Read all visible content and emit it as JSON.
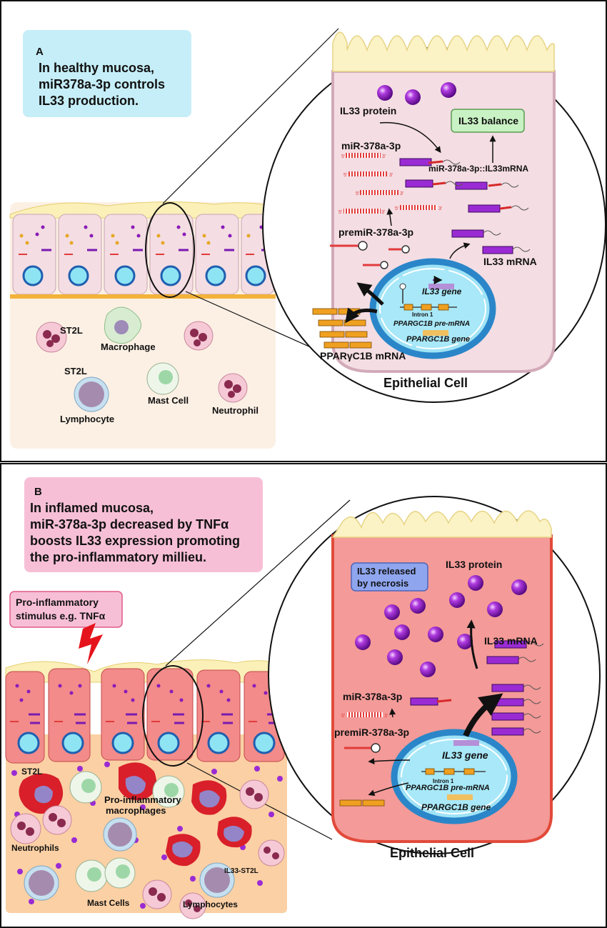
{
  "panel_a": {
    "letter": "A",
    "caption_lines": [
      "In healthy mucosa,",
      "miR378a-3p controls",
      "IL33 production."
    ],
    "tissue_labels": {
      "st2l_1": "ST2L",
      "macrophage": "Macrophage",
      "st2l_2": "ST2L",
      "lymphocyte": "Lymphocyte",
      "mast_cell": "Mast Cell",
      "neutrophil": "Neutrophil"
    },
    "zoom_labels": {
      "il33_protein": "IL33 protein",
      "il33_balance": "IL33 balance",
      "mir": "miR-378a-3p",
      "complex": "miR-378a-3p::IL33mRNA",
      "premir": "premiR-378a-3p",
      "il33_mrna": "IL33 mRNA",
      "il33_gene": "IL33 gene",
      "intron": "Intron 1",
      "pre_mrna": "PPARGC1B pre-mRNA",
      "ppargc1b_gene": "PPARGC1B gene",
      "pparg_mrna": "PPARγC1B mRNA",
      "cell_title": "Epithelial Cell"
    }
  },
  "panel_b": {
    "letter": "B",
    "caption_lines": [
      "In inflamed mucosa,",
      "miR-378a-3p decreased by TNFα",
      "boosts IL33 expression promoting",
      "the pro-inflammatory millieu."
    ],
    "stimulus_lines": [
      "Pro-inflammatory",
      "stimulus e.g. TNFα"
    ],
    "tissue_labels": {
      "st2l": "ST2L",
      "macrophages": "Pro-inflammatory macrophages",
      "neutrophils": "Neutrophils",
      "il33_st2l": "IL33-ST2L",
      "mast_cells": "Mast Cells",
      "lymphocytes": "Lymphocytes"
    },
    "zoom_labels": {
      "released": "IL33 released by necrosis",
      "il33_protein": "IL33 protein",
      "il33_mrna": "IL33 mRNA",
      "mir": "miR-378a-3p",
      "premir": "premiR-378a-3p",
      "il33_gene": "IL33 gene",
      "intron": "Intron 1",
      "pre_mrna": "PPARGC1B pre-mRNA",
      "ppargc1b_gene": "PPARGC1B gene",
      "cell_title": "Epithelial Cell"
    }
  },
  "colors": {
    "caption_a": "#c6eef8",
    "caption_b": "#f7bfd6",
    "balance_box": "#c9f2c4",
    "released_box": "#8fa6ef",
    "healthy_cell": "#f4dde3",
    "inflamed_cell": "#f49a98",
    "il33_protein": "#8a1bb8"
  }
}
